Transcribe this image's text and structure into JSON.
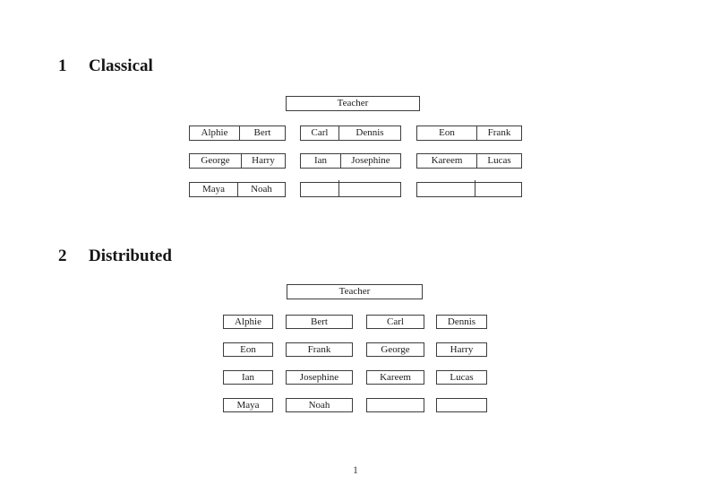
{
  "page": {
    "number": "1"
  },
  "classical": {
    "heading_number": "1",
    "heading_title": "Classical",
    "teacher_label": "Teacher",
    "desks": [
      {
        "left": "Alphie",
        "right": "Bert"
      },
      {
        "left": "Carl",
        "right": "Dennis"
      },
      {
        "left": "Eon",
        "right": "Frank"
      },
      {
        "left": "George",
        "right": "Harry"
      },
      {
        "left": "Ian",
        "right": "Josephine"
      },
      {
        "left": "Kareem",
        "right": "Lucas"
      },
      {
        "left": "Maya",
        "right": "Noah"
      },
      {
        "left": "",
        "right": ""
      },
      {
        "left": "",
        "right": ""
      }
    ]
  },
  "distributed": {
    "heading_number": "2",
    "heading_title": "Distributed",
    "teacher_label": "Teacher",
    "desks": [
      "Alphie",
      "Bert",
      "Carl",
      "Dennis",
      "Eon",
      "Frank",
      "George",
      "Harry",
      "Ian",
      "Josephine",
      "Kareem",
      "Lucas",
      "Maya",
      "Noah",
      "",
      ""
    ]
  },
  "colors": {
    "border": "#3d3d3d",
    "text": "#1c1c1c",
    "background": "#ffffff"
  }
}
